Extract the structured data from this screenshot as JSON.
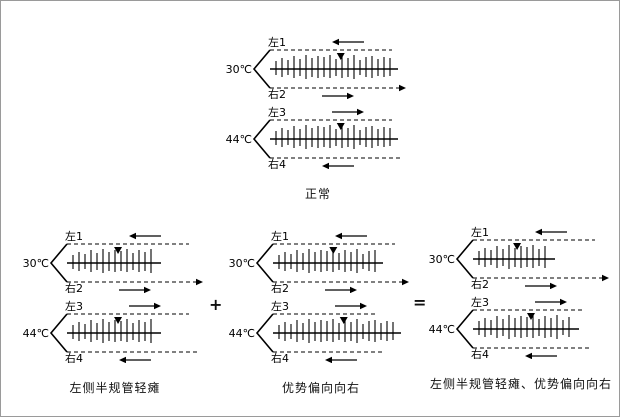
{
  "figure": {
    "operators": {
      "plus": "+",
      "equals": "="
    },
    "groups": [
      {
        "id": "normal",
        "caption": "正常",
        "rows": [
          {
            "top_label": "左1",
            "temp": "30℃",
            "bottom_label": "右2",
            "top_arrow": "left",
            "bottom_arrow": "right",
            "solid": 1,
            "dashed": 1
          },
          {
            "top_label": "左3",
            "temp": "44℃",
            "bottom_label": "右4",
            "top_arrow": "right",
            "bottom_arrow": "left",
            "solid": 1,
            "dashed": 1
          }
        ]
      },
      {
        "id": "left-canal-paresis",
        "caption": "左侧半规管轻瘫",
        "rows": [
          {
            "top_label": "左1",
            "temp": "30℃",
            "bottom_label": "右2",
            "top_arrow": "left",
            "bottom_arrow": "right",
            "solid": 0.72,
            "dashed": 1
          },
          {
            "top_label": "左3",
            "temp": "44℃",
            "bottom_label": "右4",
            "top_arrow": "right",
            "bottom_arrow": "left",
            "solid": 0.72,
            "dashed": 1
          }
        ]
      },
      {
        "id": "dp-right",
        "caption": "优势偏向向右",
        "rows": [
          {
            "top_label": "左1",
            "temp": "30℃",
            "bottom_label": "右2",
            "top_arrow": "left",
            "bottom_arrow": "right",
            "solid": 0.85,
            "dashed": 1
          },
          {
            "top_label": "左3",
            "temp": "44℃",
            "bottom_label": "右4",
            "top_arrow": "right",
            "bottom_arrow": "left",
            "solid": 1,
            "dashed": 0.85
          }
        ]
      },
      {
        "id": "combined",
        "caption": "左侧半规管轻瘫、优势偏向向右",
        "rows": [
          {
            "top_label": "左1",
            "temp": "30℃",
            "bottom_label": "右2",
            "top_arrow": "left",
            "bottom_arrow": "right",
            "solid": 0.62,
            "dashed": 1
          },
          {
            "top_label": "左3",
            "temp": "44℃",
            "bottom_label": "右4",
            "top_arrow": "right",
            "bottom_arrow": "left",
            "solid": 0.82,
            "dashed": 0.9
          }
        ]
      }
    ]
  }
}
